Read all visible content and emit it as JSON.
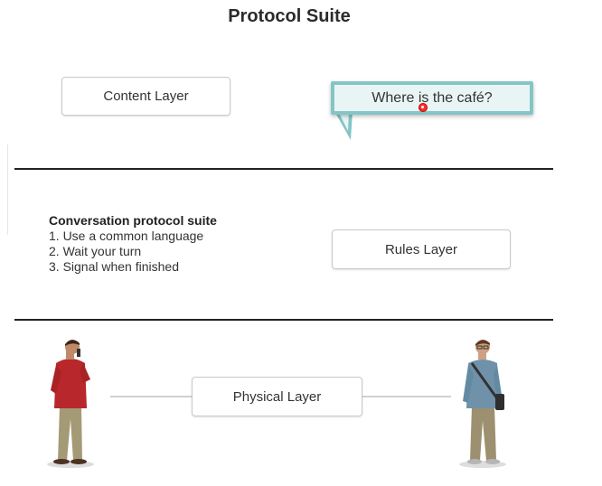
{
  "title": "Protocol Suite",
  "content_layer": {
    "label": "Content Layer"
  },
  "speech_bubble": {
    "text": "Where is the café?"
  },
  "rules_layer": {
    "label": "Rules Layer"
  },
  "physical_layer": {
    "label": "Physical Layer"
  },
  "conversation_suite": {
    "heading": "Conversation protocol suite",
    "items": [
      "1. Use a common language",
      "2. Wait your turn",
      "3. Signal when finished"
    ]
  },
  "colors": {
    "bubble_border": "#84c5c5",
    "bubble_fill": "#e9f5f5",
    "divider": "#222222",
    "cursor": "#ff2d2d"
  },
  "icons": {
    "left_person": "person-on-phone-icon",
    "right_person": "person-with-bag-icon"
  }
}
